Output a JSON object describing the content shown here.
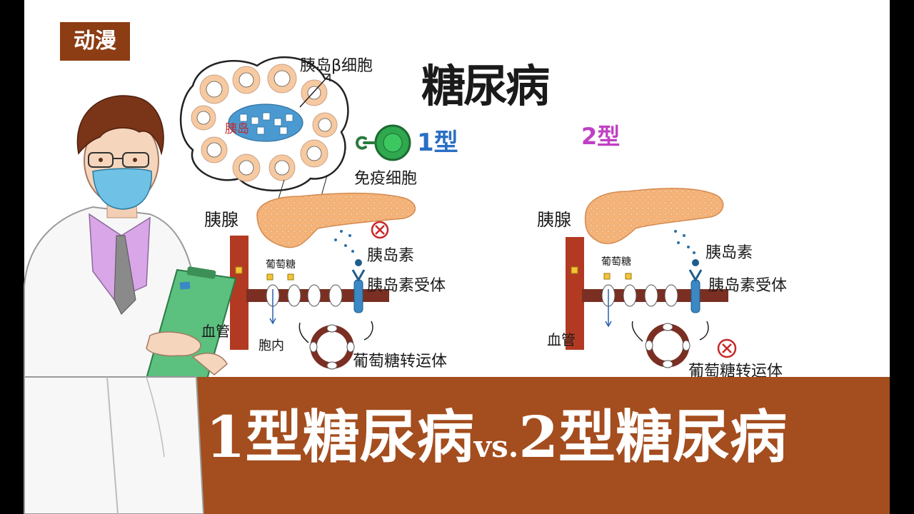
{
  "tag": "动漫",
  "title": "糖尿病",
  "islet_labels": {
    "beta_cell": "胰岛β细胞",
    "islet": "胰岛"
  },
  "immune_cell": "免疫细胞",
  "type1": {
    "type_label": "1型",
    "pancreas": "胰腺",
    "glucose": "葡萄糖",
    "insulin": "胰岛素",
    "receptor": "胰岛素受体",
    "vessel": "血管",
    "cell_inside": "胞内",
    "transporter": "葡萄糖转运体"
  },
  "type2": {
    "type_label": "2型",
    "pancreas": "胰腺",
    "glucose": "葡萄糖",
    "insulin": "胰岛素",
    "receptor": "胰岛素受体",
    "vessel": "血管",
    "transporter": "葡萄糖转运体"
  },
  "banner": {
    "left": "1型糖尿病",
    "vs": "vs.",
    "right": "2型糖尿病"
  },
  "colors": {
    "banner": "#a44d1e",
    "tag": "#8c3d13",
    "pancreas": "#f5b47a",
    "vessel": "#b33a22",
    "membrane": "#7a2f22",
    "receptor": "#3b88c4",
    "immune": "#2fa84f",
    "doctor_coat": "#f7f7f7",
    "clipboard": "#5cc07e",
    "mask": "#6fc2e6"
  }
}
